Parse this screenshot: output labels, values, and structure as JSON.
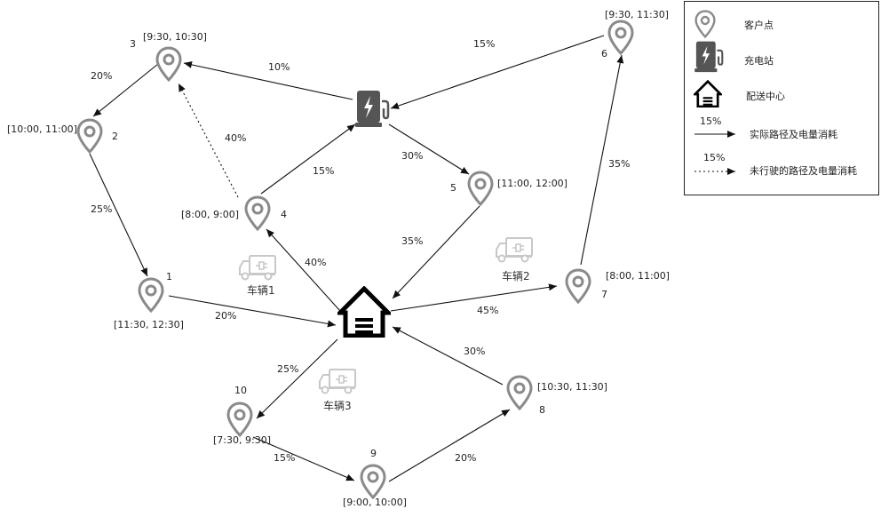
{
  "legend": {
    "customer_label": "客户点",
    "charger_label": "充电站",
    "depot_label": "配送中心",
    "actual_pct": "15%",
    "actual_label": "实际路径及电量消耗",
    "unused_pct": "15%",
    "unused_label": "未行驶的路径及电量消耗"
  },
  "nodes": {
    "n1": {
      "id": "1",
      "window": "[11:30, 12:30]"
    },
    "n2": {
      "id": "2",
      "window": "[10:00, 11:00]"
    },
    "n3": {
      "id": "3",
      "window": "[9:30, 10:30]"
    },
    "n4": {
      "id": "4",
      "window": "[8:00, 9:00]"
    },
    "n5": {
      "id": "5",
      "window": "[11:00, 12:00]"
    },
    "n6": {
      "id": "6",
      "window": "[9:30, 11:30]"
    },
    "n7": {
      "id": "7",
      "window": "[8:00, 11:00]"
    },
    "n8": {
      "id": "8",
      "window": "[10:30, 11:30]"
    },
    "n9": {
      "id": "9",
      "window": "[9:00, 10:00]"
    },
    "n10": {
      "id": "10",
      "window": "[7:30, 9:30]"
    }
  },
  "edges": {
    "e_charger_3": "10%",
    "e_3_2": "20%",
    "e_2_1": "25%",
    "e_1_depot": "20%",
    "e_4_3_unused": "40%",
    "e_4_charger": "15%",
    "e_depot_4": "40%",
    "e_charger_5": "30%",
    "e_5_depot": "35%",
    "e_6_charger": "15%",
    "e_7_6": "35%",
    "e_depot_7": "45%",
    "e_8_depot": "30%",
    "e_9_8": "20%",
    "e_10_9": "15%",
    "e_depot_10": "25%"
  },
  "vehicles": {
    "v1": "车辆1",
    "v2": "车辆2",
    "v3": "车辆3"
  },
  "colors": {
    "pin": "#8a8a8a",
    "charger": "#555555",
    "truck": "#c8c8c8",
    "line": "#111111"
  },
  "icons": [
    "location-pin-icon",
    "charging-station-icon",
    "warehouse-icon",
    "truck-icon"
  ]
}
